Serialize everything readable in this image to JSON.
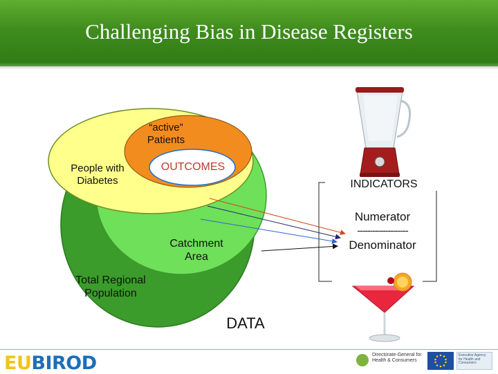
{
  "header": {
    "title": "Challenging Bias in Disease Registers"
  },
  "venn": {
    "active_label": "“active” Patients",
    "people_label": "People with Diabetes",
    "outcomes_label": "OUTCOMES",
    "catchment_label": "Catchment Area",
    "total_label": "Total Regional Population",
    "data_label": "DATA"
  },
  "indicators": {
    "title": "INDICATORS",
    "numerator": "Numerator",
    "divider": "--------------------",
    "denominator": "Denominator"
  },
  "footer": {
    "logo_part1": "EU",
    "logo_part2": "BIROD",
    "dg_text": "Directorate-General for Health & Consumers",
    "agency_text": "Executive Agency for Health and Consumers"
  },
  "icons": [
    "blender-icon",
    "cocktail-icon",
    "eu-flag-icon"
  ],
  "colors": {
    "header_green": "#3f8c1e",
    "total_green": "#3b9b2b",
    "catchment_green": "#6fe05a",
    "diabetes_yellow": "#ffff8c",
    "active_orange": "#f28c1f",
    "arrow_orange": "#d24a1a",
    "arrow_navy": "#24246e",
    "arrow_blue": "#2f63d0",
    "arrow_black": "#111111"
  }
}
